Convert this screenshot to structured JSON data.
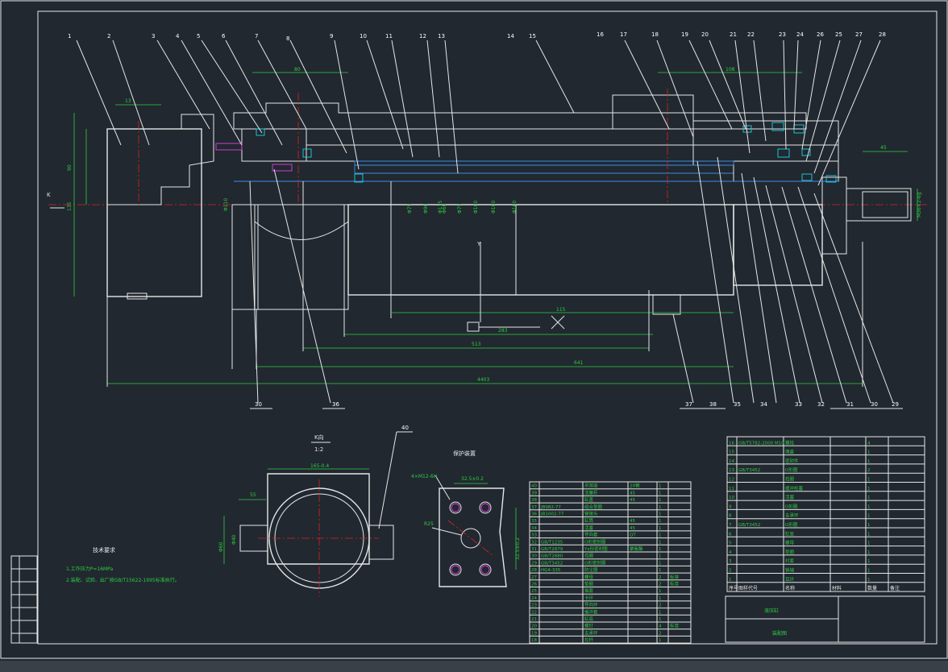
{
  "part_labels_top": [
    "1",
    "2",
    "3",
    "4",
    "5",
    "6",
    "7",
    "8",
    "9",
    "10",
    "11",
    "12",
    "13",
    "14",
    "15",
    "16",
    "17",
    "18",
    "19",
    "20",
    "21",
    "22",
    "23",
    "24",
    "26",
    "25",
    "27",
    "28"
  ],
  "part_labels_bottom": [
    "30",
    "36",
    "37",
    "38",
    "35",
    "34",
    "33",
    "32",
    "31",
    "30",
    "29"
  ],
  "view_label": "K",
  "section_marker": "Y",
  "dims": {
    "top_a": "80",
    "top_b": "108",
    "top_c": "13",
    "right_rod": "45",
    "right_thread": "M36×2-6g",
    "left_h1": "90",
    "left_h2": "135",
    "bore_list": [
      "Φ75",
      "Φ90",
      "Φ60",
      "Φ75",
      "Φ100",
      "Φ100",
      "Φ100",
      "Φ115"
    ],
    "mid_v": "Φ110",
    "stroke_a": "115",
    "stroke_b": "283",
    "stroke_c": "513",
    "stroke_d": "641",
    "total": "4403"
  },
  "k_view": {
    "title": "K向",
    "scale": "1:2",
    "dim_top": "165-0.4",
    "dim_left_a": "55",
    "dim_left_b": "Φ60",
    "dim_left_c": "Φ40",
    "callout": "40"
  },
  "flange_view": {
    "title": "保护装置",
    "hole_label": "4×M12-6H",
    "dim_top": "32.5±0.2",
    "dim_right": "32.5±0.2",
    "r_label": "R25"
  },
  "tech_req": {
    "title": "技术要求",
    "items": [
      "1.工作压力P=16MPa",
      "2.装配、试验、出厂按GB/T15622-1995标准执行。"
    ]
  },
  "bom_left": [
    [
      "40",
      "",
      "吊耳座",
      "20钢",
      "1",
      ""
    ],
    [
      "39",
      "",
      "活塞杆",
      "45",
      "1",
      ""
    ],
    [
      "38",
      "",
      "缸盖",
      "45",
      "1",
      ""
    ],
    [
      "37",
      "JB982-77",
      "组合垫圈",
      "",
      "1",
      ""
    ],
    [
      "36",
      "JB1002-77",
      "管接头",
      "",
      "1",
      ""
    ],
    [
      "35",
      "",
      "缸筒",
      "45",
      "1",
      ""
    ],
    [
      "34",
      "",
      "活塞",
      "45",
      "1",
      ""
    ],
    [
      "33",
      "",
      "导向套",
      "QT",
      "1",
      ""
    ],
    [
      "32",
      "GB/T1235",
      "O形密封圈",
      "",
      "1",
      ""
    ],
    [
      "31",
      "GB/T2879",
      "Yx形密封圈",
      "聚氨酯",
      "1",
      ""
    ],
    [
      "30",
      "GB/T2880",
      "挡圈",
      "",
      "1",
      ""
    ],
    [
      "29",
      "GB/T3452",
      "O形密封圈",
      "",
      "1",
      ""
    ],
    [
      "28",
      "HG4-335",
      "防尘圈",
      "",
      "1",
      ""
    ],
    [
      "27",
      "",
      "螺母",
      "",
      "2",
      "标准"
    ],
    [
      "26",
      "",
      "垫圈",
      "",
      "2",
      "标准"
    ],
    [
      "25",
      "",
      "轴套",
      "",
      "1",
      ""
    ],
    [
      "24",
      "",
      "卡环",
      "",
      "1",
      ""
    ],
    [
      "23",
      "",
      "导向环",
      "",
      "2",
      ""
    ],
    [
      "22",
      "",
      "缓冲套",
      "",
      "1",
      ""
    ],
    [
      "21",
      "",
      "缸底",
      "",
      "1",
      ""
    ],
    [
      "20",
      "",
      "螺钉",
      "",
      "4",
      "标准"
    ],
    [
      "19",
      "",
      "支承环",
      "",
      "2",
      ""
    ],
    [
      "18",
      "",
      "拉杆",
      "",
      "1",
      ""
    ]
  ],
  "bom_right": [
    [
      "16",
      "GB/T5782-2000 M10",
      "螺栓",
      "",
      "4",
      ""
    ],
    [
      "15",
      "",
      "端盖",
      "",
      "1",
      ""
    ],
    [
      "14",
      "",
      "密封件",
      "",
      "1",
      ""
    ],
    [
      "13",
      "GB/T3452",
      "O形圈",
      "",
      "2",
      ""
    ],
    [
      "12",
      "",
      "挡圈",
      "",
      "1",
      ""
    ],
    [
      "11",
      "",
      "缓冲柱塞",
      "",
      "1",
      ""
    ],
    [
      "10",
      "",
      "活塞",
      "",
      "1",
      ""
    ],
    [
      "9",
      "",
      "O形圈",
      "",
      "1",
      ""
    ],
    [
      "8",
      "",
      "支承环",
      "",
      "1",
      ""
    ],
    [
      "7",
      "GB/T3452",
      "O形圈",
      "",
      "1",
      ""
    ],
    [
      "6",
      "",
      "缸底",
      "",
      "1",
      ""
    ],
    [
      "5",
      "",
      "螺母",
      "",
      "1",
      ""
    ],
    [
      "4",
      "",
      "垫圈",
      "",
      "1",
      ""
    ],
    [
      "3",
      "",
      "衬套",
      "",
      "1",
      ""
    ],
    [
      "2",
      "",
      "销轴",
      "",
      "1",
      ""
    ],
    [
      "1",
      "",
      "耳环",
      "",
      "1",
      ""
    ]
  ],
  "bom_header": [
    "序号",
    "图样代号",
    "名称",
    "材料",
    "数量",
    "备注"
  ],
  "title_block": {
    "name": "液压缸",
    "sub": "装配图"
  }
}
